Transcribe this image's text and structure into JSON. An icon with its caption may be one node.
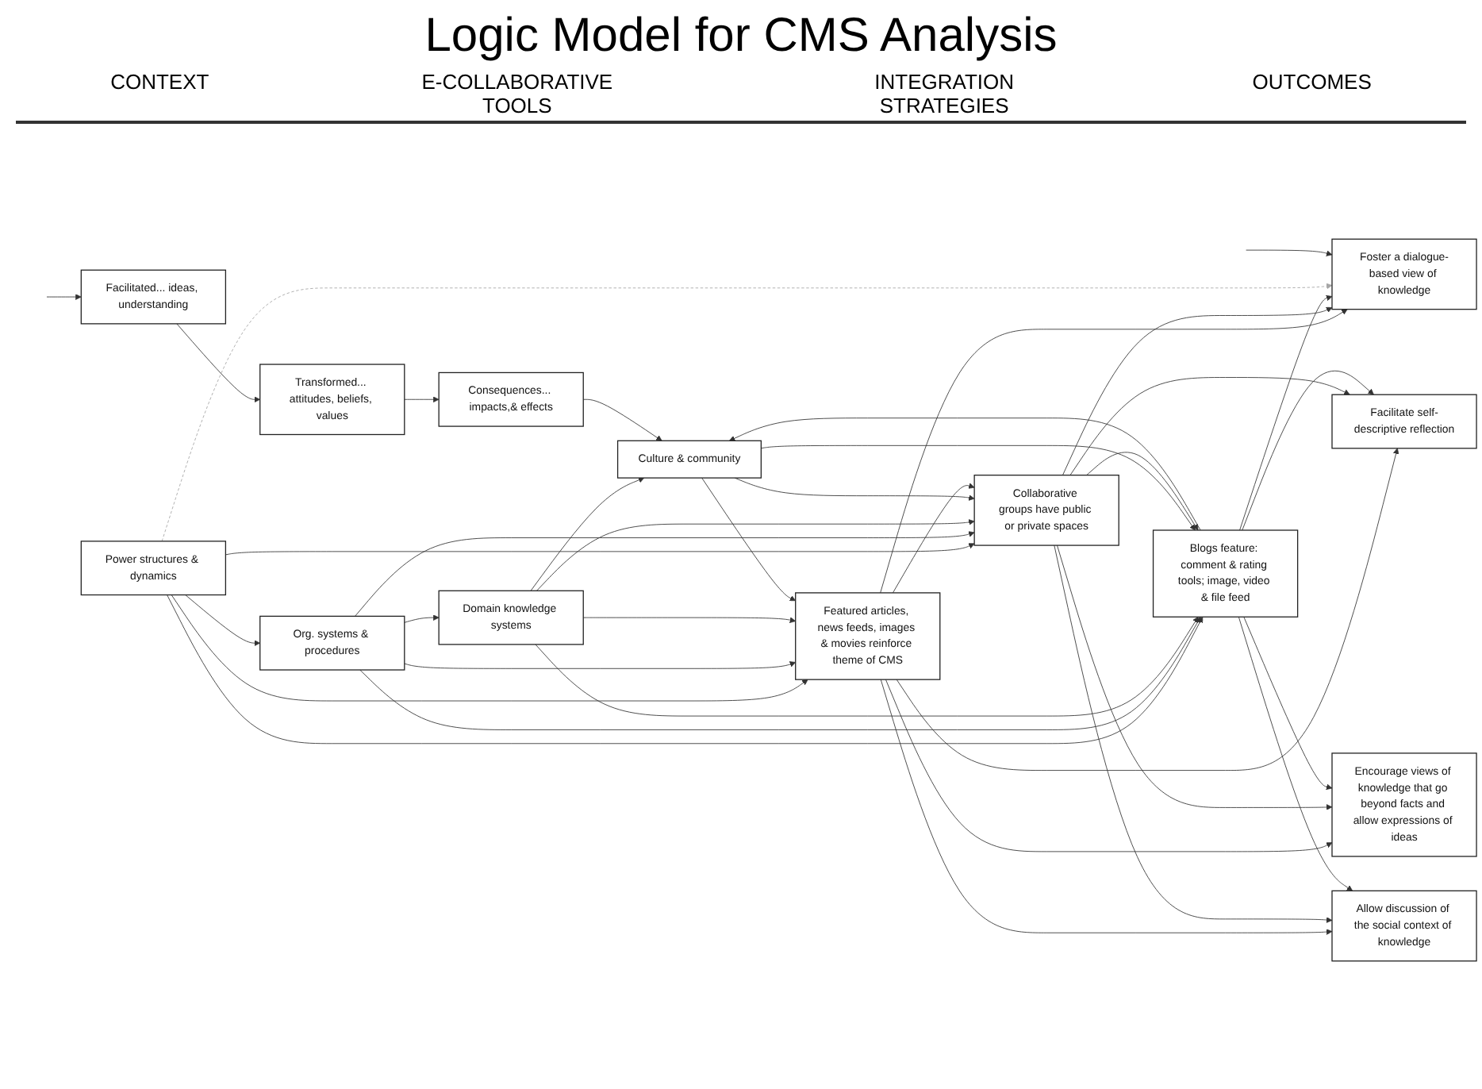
{
  "diagram": {
    "title": "Logic Model for CMS Analysis",
    "nodes": [
      {
        "text": [
          "Power structures & dynamics"
        ]
      },
      {
        "text": [
          "Org. systems & procedures"
        ]
      },
      {
        "text": [
          "Domain knowledge systems"
        ]
      },
      {
        "text": [
          "Culture & community"
        ]
      },
      {
        "text": [
          "Featured articles, news feeds, images & movies reinforce theme of CMS"
        ]
      },
      {
        "text": [
          "Collaborative groups have public or private spaces"
        ]
      },
      {
        "text": [
          "Blogs feature: comment & rating tools; image, video & file feed"
        ]
      },
      {
        "text": [
          "Foster a dialogue-based view of knowledge"
        ]
      },
      {
        "text": [
          "Facilitate self-descriptive reflection"
        ]
      },
      {
        "text": [
          "Encourage views of knowledge that go beyond facts and allow expressions of ideas"
        ]
      },
      {
        "text": [
          "Allow discussion of the social context of knowledge"
        ]
      },
      {
        "text": [
          "Facilitated... ideas, understanding"
        ]
      },
      {
        "text": [
          "Transformed... attitudes, beliefs, values"
        ]
      },
      {
        "text": [
          "Consequences... impacts,& effects"
        ]
      }
    ],
    "edges": [
      {
        "from": 0,
        "to": 1,
        "arrow": "to"
      },
      {
        "from": 1,
        "to": 2,
        "arrow": "to"
      },
      {
        "from": 2,
        "to": 3,
        "arrow": "to"
      },
      {
        "from": 0,
        "to": 4,
        "arrow": "to"
      },
      {
        "from": 0,
        "to": 5,
        "arrow": "to"
      },
      {
        "from": 0,
        "to": 6,
        "arrow": "to"
      },
      {
        "from": 1,
        "to": 4,
        "arrow": "to"
      },
      {
        "from": 1,
        "to": 5,
        "arrow": "to"
      },
      {
        "from": 1,
        "to": 6,
        "arrow": "to"
      },
      {
        "from": 2,
        "to": 4,
        "arrow": "to"
      },
      {
        "from": 2,
        "to": 5,
        "arrow": "to"
      },
      {
        "from": 2,
        "to": 6,
        "arrow": "to"
      },
      {
        "from": 3,
        "to": 4,
        "arrow": "to"
      },
      {
        "from": 3,
        "to": 5,
        "arrow": "to"
      },
      {
        "from": 3,
        "to": 6,
        "arrow": "to"
      },
      {
        "from": 4,
        "to": 5,
        "arrow": "to"
      },
      {
        "from": 5,
        "to": 6,
        "arrow": "to"
      },
      {
        "from": 4,
        "to": 7,
        "arrow": "to"
      },
      {
        "from": 4,
        "to": 8,
        "arrow": "to"
      },
      {
        "from": 4,
        "to": 9,
        "arrow": "to"
      },
      {
        "from": 4,
        "to": 10,
        "arrow": "to"
      },
      {
        "from": 5,
        "to": 7,
        "arrow": "to"
      },
      {
        "from": 5,
        "to": 8,
        "arrow": "to"
      },
      {
        "from": 5,
        "to": 9,
        "arrow": "to"
      },
      {
        "from": 5,
        "to": 10,
        "arrow": "to"
      },
      {
        "from": 6,
        "to": 7,
        "arrow": "to"
      },
      {
        "from": 6,
        "to": 8,
        "arrow": "to"
      },
      {
        "from": 6,
        "to": 9,
        "arrow": "to"
      },
      {
        "from": 6,
        "to": 10,
        "arrow": "to"
      },
      {
        "from": 11,
        "to": 12,
        "arrow": "to"
      },
      {
        "from": 12,
        "to": 13,
        "arrow": "to"
      },
      {
        "from": 6,
        "to": 3,
        "arrow": "to"
      },
      {
        "from": 13,
        "to": 3,
        "arrow": "to"
      },
      {
        "from": 0,
        "to": 7,
        "arrow": "to",
        "style": "dashed",
        "color": "#a6a6a6"
      },
      {
        "from": null,
        "to": 7,
        "arrow": "to"
      },
      {
        "from": null,
        "to": 11,
        "arrow": "to"
      }
    ],
    "labels": [
      "CONTEXT",
      "E-COLLABORATIVE TOOLS",
      "INTEGRATION STRATEGIES",
      "OUTCOMES"
    ]
  }
}
